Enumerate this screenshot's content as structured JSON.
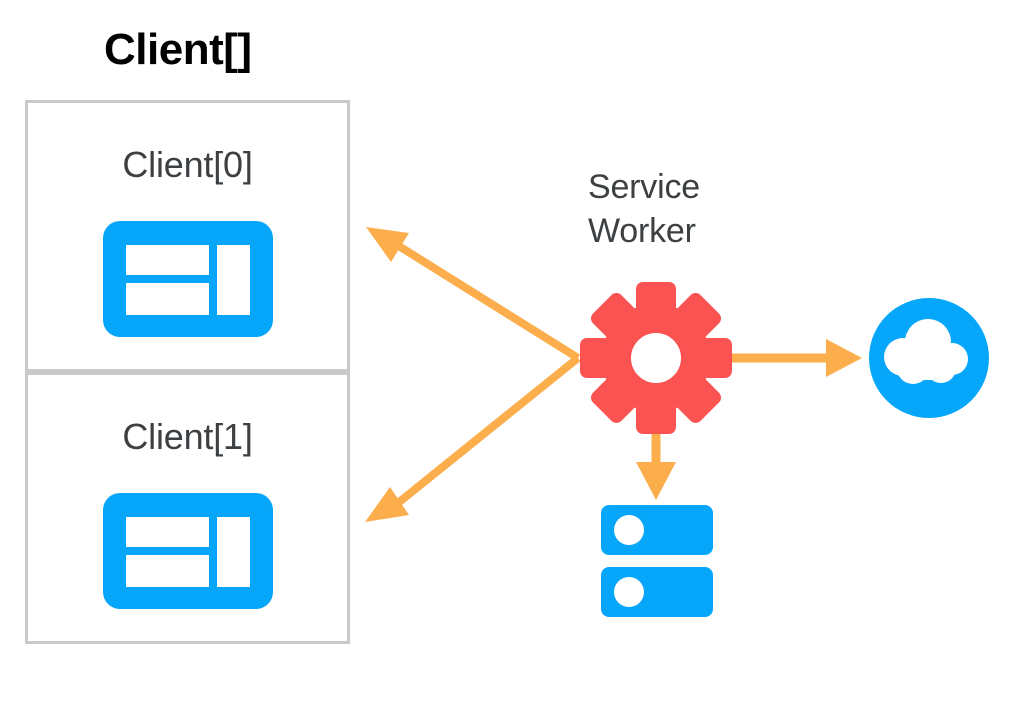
{
  "diagram": {
    "title": "Client[]",
    "kind": "service-worker-architecture-diagram"
  },
  "clients": {
    "group_label": "Client[]",
    "items": [
      {
        "label": "Client[0]",
        "icon": "browser-window-icon"
      },
      {
        "label": "Client[1]",
        "icon": "browser-window-icon"
      }
    ]
  },
  "service_worker": {
    "label_line1": "Service",
    "label_line2": "Worker",
    "icon": "gear-icon"
  },
  "targets": {
    "cloud": {
      "icon": "cloud-icon",
      "label": ""
    },
    "storage": {
      "icon": "database-server-icon",
      "label": ""
    }
  },
  "connections": [
    {
      "from": "service-worker",
      "to": "client-0",
      "direction": "to-client",
      "style": "arrow"
    },
    {
      "from": "service-worker",
      "to": "client-1",
      "direction": "to-client",
      "style": "arrow"
    },
    {
      "from": "service-worker",
      "to": "cloud",
      "direction": "right",
      "style": "arrow"
    },
    {
      "from": "service-worker",
      "to": "storage",
      "direction": "down",
      "style": "arrow"
    }
  ],
  "colors": {
    "blue": "#06a7fb",
    "red": "#fb5252",
    "orange": "#fbae4b",
    "text_dark": "#3c4043",
    "title_black": "#000000",
    "border_gray": "#c9c9c9",
    "background": "#ffffff"
  }
}
